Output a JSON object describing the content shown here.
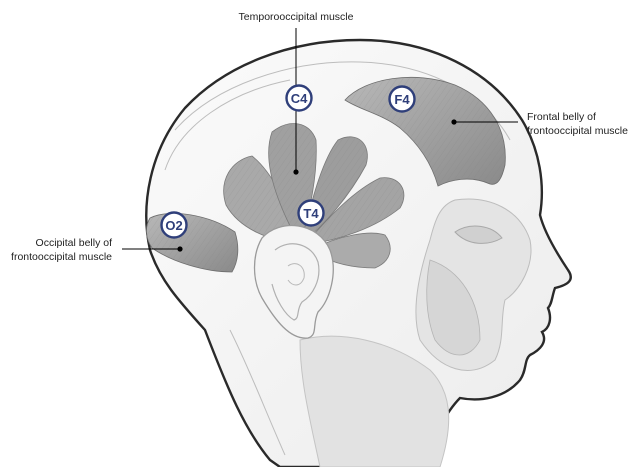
{
  "labels": {
    "temporooccipital": "Temporooccipital muscle",
    "frontal_line1": "Frontal belly of",
    "frontal_line2": "frontooccipital muscle",
    "occipital_line1": "Occipital belly of",
    "occipital_line2": "frontooccipital muscle"
  },
  "electrodes": {
    "c4": "C4",
    "f4": "F4",
    "o2": "O2",
    "t4": "T4"
  },
  "colors": {
    "badge_ring": "#2f3f7a",
    "badge_fill": "#ffffff",
    "outline": "#2a2a2a",
    "muscle_dark": "#8c8c8c",
    "leader": "#000000"
  }
}
